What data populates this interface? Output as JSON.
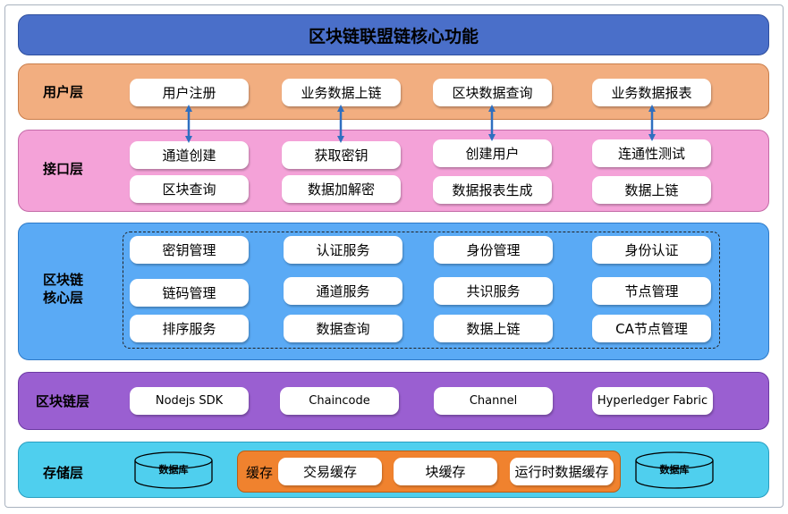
{
  "title": "区块链联盟链核心功能",
  "user_layer": {
    "label": "用户层",
    "items": [
      "用户注册",
      "业务数据上链",
      "区块数据查询",
      "业务数据报表"
    ]
  },
  "interface_layer": {
    "label": "接口层",
    "row1": [
      "通道创建",
      "获取密钥",
      "创建用户",
      "连通性测试"
    ],
    "row2": [
      "区块查询",
      "数据加解密",
      "数据报表生成",
      "数据上链"
    ]
  },
  "core_layer": {
    "label_line1": "区块链",
    "label_line2": "核心层",
    "row1": [
      "密钥管理",
      "认证服务",
      "身份管理",
      "身份认证"
    ],
    "row2": [
      "链码管理",
      "通道服务",
      "共识服务",
      "节点管理"
    ],
    "row3": [
      "排序服务",
      "数据查询",
      "数据上链",
      "CA节点管理"
    ]
  },
  "chain_layer": {
    "label": "区块链层",
    "items": [
      "Nodejs SDK",
      "Chaincode",
      "Channel",
      "Hyperledger  Fabric"
    ]
  },
  "storage_layer": {
    "label": "存储层",
    "db_left": "数据库",
    "db_right": "数据库",
    "cache_label": "缓存",
    "cache_items": [
      "交易缓存",
      "块缓存",
      "运行时数据缓存"
    ]
  }
}
